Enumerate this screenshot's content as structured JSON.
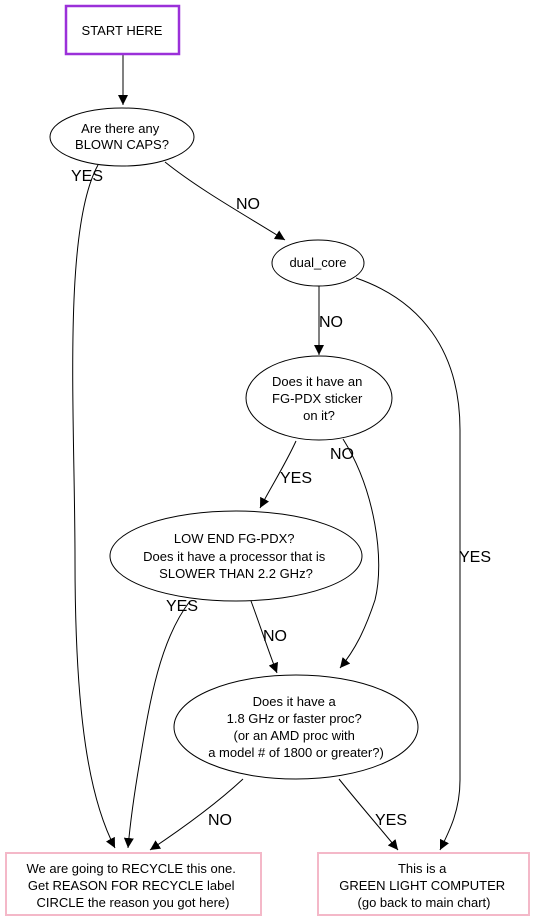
{
  "nodes": {
    "start": {
      "lines": [
        "START HERE"
      ],
      "border_color": "#9b30d9"
    },
    "blown_caps": {
      "lines": [
        "Are there any",
        "BLOWN CAPS?"
      ]
    },
    "dual_core": {
      "lines": [
        "dual_core"
      ]
    },
    "fg_pdx": {
      "lines": [
        "Does it have an",
        "FG-PDX sticker",
        "on it?"
      ]
    },
    "low_end": {
      "lines": [
        "LOW END FG-PDX?",
        "Does it have a processor that is",
        "SLOWER THAN 2.2 GHz?"
      ]
    },
    "fast_proc": {
      "lines": [
        "Does it have a",
        "1.8 GHz or faster proc?",
        "(or an AMD proc with",
        "a model # of 1800 or greater?)"
      ]
    },
    "recycle": {
      "lines": [
        "We are going to RECYCLE this one.",
        "Get REASON FOR RECYCLE label",
        "CIRCLE the reason you got here)"
      ],
      "border_color": "#f4b8c8"
    },
    "green": {
      "lines": [
        "This is a",
        "GREEN LIGHT COMPUTER",
        "(go back to main chart)"
      ],
      "border_color": "#f4b8c8"
    }
  },
  "edges": {
    "blown_yes": "YES",
    "blown_no": "NO",
    "dual_no": "NO",
    "dual_yes": "YES",
    "fg_yes": "YES",
    "fg_no": "NO",
    "low_yes": "YES",
    "low_no": "NO",
    "fast_no": "NO",
    "fast_yes": "YES"
  }
}
